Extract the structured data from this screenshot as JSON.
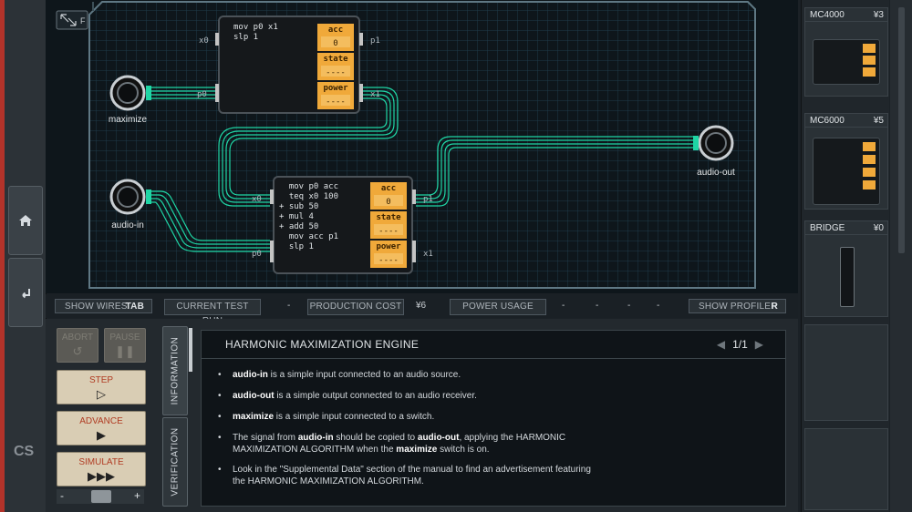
{
  "leftbar": {
    "home_icon": "home-icon",
    "undo_icon": "back-icon",
    "logo": "CS"
  },
  "board": {
    "fullscreen_key": "F",
    "chip1": {
      "code": [
        "mov p0 x1",
        "slp 1"
      ],
      "registers": [
        {
          "name": "acc",
          "value": "0"
        },
        {
          "name": "state",
          "value": "----"
        },
        {
          "name": "power",
          "value": "----"
        }
      ],
      "ports": {
        "x0": "x0",
        "p1": "p1",
        "p0": "p0",
        "x1": "x1"
      }
    },
    "chip2": {
      "code": [
        "  mov p0 acc",
        "  teq x0 100",
        "+ sub 50",
        "+ mul 4",
        "+ add 50",
        "  mov acc p1",
        "  slp 1"
      ],
      "registers": [
        {
          "name": "acc",
          "value": "0"
        },
        {
          "name": "state",
          "value": "----"
        },
        {
          "name": "power",
          "value": "----"
        }
      ],
      "ports": {
        "x0": "x0",
        "p1": "p1",
        "p0": "p0",
        "x1": "x1"
      }
    },
    "io": {
      "maximize": "maximize",
      "audio_in": "audio-in",
      "audio_out": "audio-out"
    }
  },
  "statusbar": {
    "show_wires": "SHOW WIRES",
    "show_wires_key": "TAB",
    "current_test_run": "CURRENT TEST RUN",
    "current_test_run_value": "-",
    "production_cost": "PRODUCTION COST",
    "production_cost_value": "¥6",
    "power_usage": "POWER USAGE",
    "power_usage_values": [
      "-",
      "-",
      "-",
      "-"
    ],
    "show_profiler": "SHOW PROFILER",
    "show_profiler_key": "R"
  },
  "controls": {
    "abort": "ABORT",
    "pause": "PAUSE",
    "step": "STEP",
    "advance": "ADVANCE",
    "simulate": "SIMULATE",
    "slider_minus": "-",
    "slider_plus": "+"
  },
  "tabs": {
    "information": "INFORMATION",
    "verification": "VERIFICATION"
  },
  "document": {
    "title": "HARMONIC MAXIMIZATION ENGINE",
    "pager": "1/1",
    "bullets": [
      {
        "b1": "audio-in",
        "t1": " is a simple input connected to an audio source."
      },
      {
        "b1": "audio-out",
        "t1": " is a simple output connected to an audio receiver."
      },
      {
        "b1": "maximize",
        "t1": " is a simple input connected to a switch."
      },
      {
        "t0": "The signal from ",
        "b1": "audio-in",
        "t1": " should be copied to ",
        "b2": "audio-out",
        "t2": ", applying the HARMONIC MAXIMIZATION ALGORITHM when the ",
        "b3": "maximize",
        "t3": " switch is on."
      },
      {
        "t0": "Look in the \"Supplemental Data\" section of the manual to find an advertisement featuring the HARMONIC MAXIMIZATION ALGORITHM."
      }
    ]
  },
  "palette": [
    {
      "name": "MC4000",
      "price": "¥3"
    },
    {
      "name": "MC6000",
      "price": "¥5"
    },
    {
      "name": "BRIDGE",
      "price": "¥0"
    }
  ],
  "colors": {
    "accent": "#f0a93a",
    "wire": "#1fd6a5",
    "board_bg": "#111a20",
    "grid": "#1e3a48",
    "red_strip": "#b3332a"
  }
}
